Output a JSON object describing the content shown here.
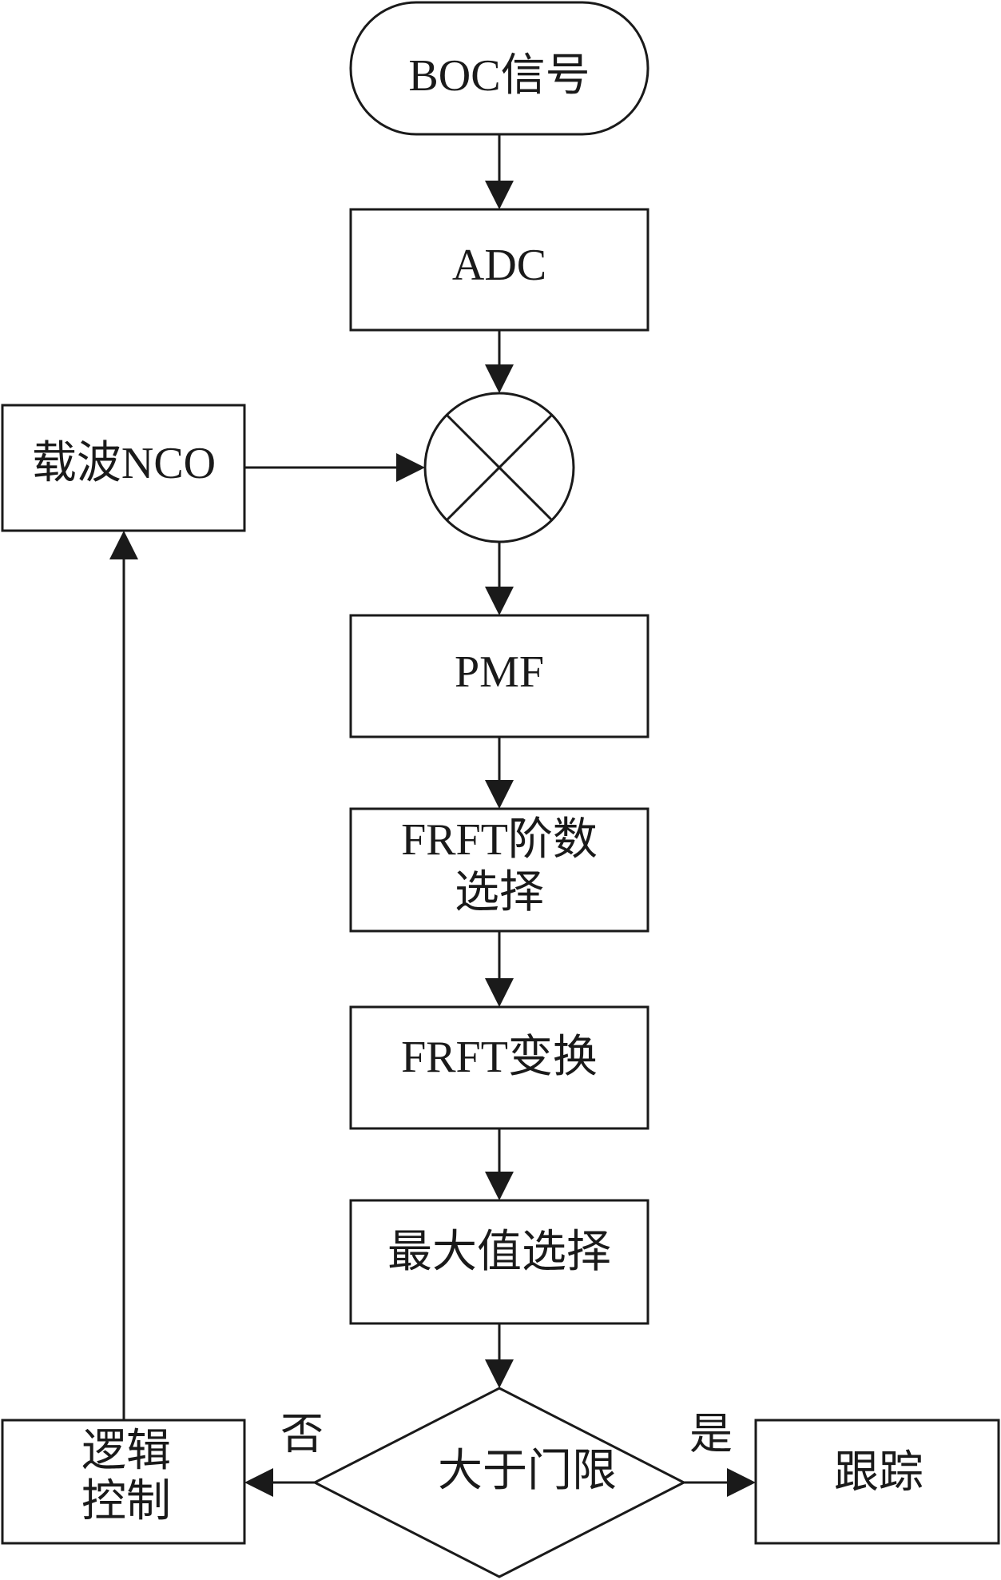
{
  "nodes": {
    "boc_signal": "BOC信号",
    "adc": "ADC",
    "mixer": "",
    "carrier_nco": "载波NCO",
    "pmf": "PMF",
    "frft_order_line1": "FRFT阶数",
    "frft_order_line2": "选择",
    "frft_transform": "FRFT变换",
    "max_select": "最大值选择",
    "threshold": "大于门限",
    "logic_line1": "逻辑",
    "logic_line2": "控制",
    "tracking": "跟踪"
  },
  "edges": {
    "no_label": "否",
    "yes_label": "是"
  },
  "colors": {
    "stroke": "#1a1a1a",
    "fill": "#ffffff"
  }
}
